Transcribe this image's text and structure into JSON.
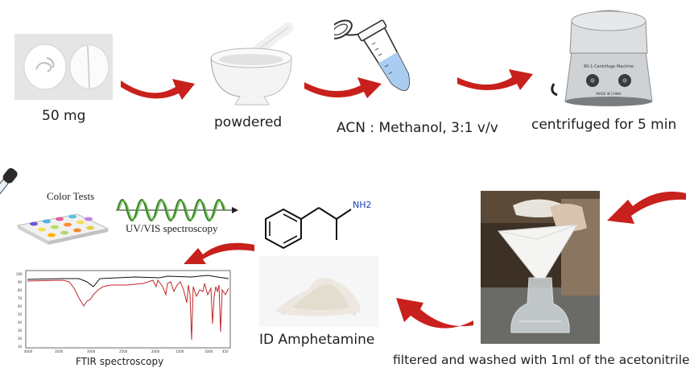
{
  "steps": {
    "tablets": {
      "caption": "50 mg"
    },
    "mortar": {
      "caption": "powdered"
    },
    "tube": {
      "caption": "ACN : Methanol, 3:1 v/v"
    },
    "centrifuge": {
      "caption": "centrifuged for 5 min",
      "label": "80-1 Centrifuge Machine",
      "brand": "MADE IN CHINA"
    },
    "filter": {
      "caption": "filtered and washed with 1ml of the acetonitrile"
    },
    "powder": {
      "caption": "ID Amphetamine",
      "nh2": "NH2"
    },
    "tests": {
      "color_tests": "Color Tests",
      "uvvis": "UV/VIS spectroscopy",
      "ftir": "FTIR spectroscopy"
    }
  },
  "colors": {
    "arrow": "#c8201c",
    "spectrum_black": "#111111",
    "spectrum_red": "#c0262b",
    "wave_green": "#3a8a2a"
  }
}
